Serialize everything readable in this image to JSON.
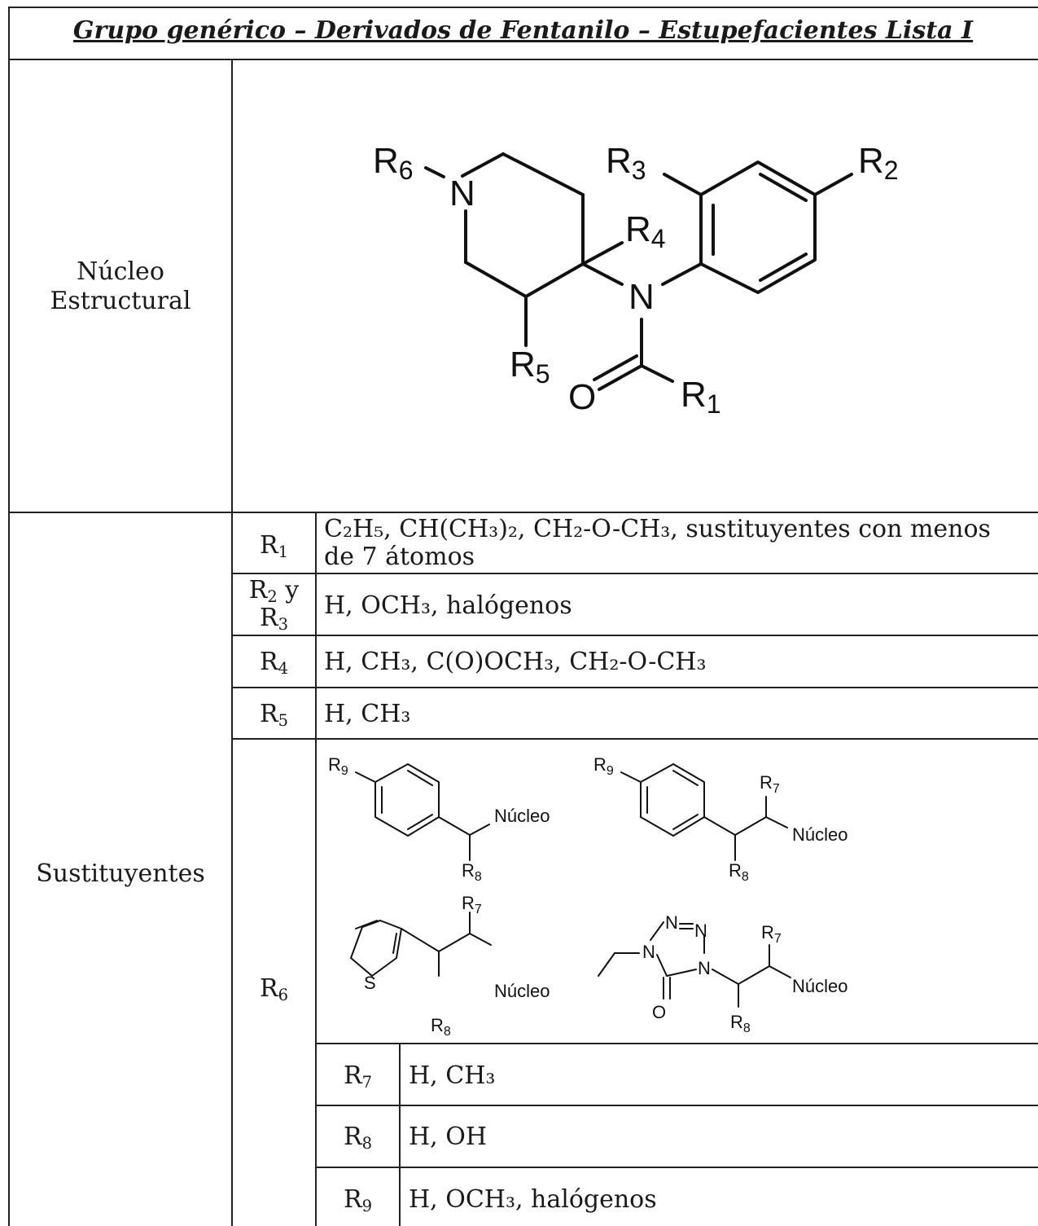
{
  "title": "Grupo genérico – Derivados de Fentanilo – Estupefacientes Lista I",
  "nucleo": {
    "label_line1": "Núcleo",
    "label_line2": "Estructural",
    "atoms": {
      "R1": "R",
      "R1_sub": "1",
      "R2": "R",
      "R2_sub": "2",
      "R3": "R",
      "R3_sub": "3",
      "R4": "R",
      "R4_sub": "4",
      "R5": "R",
      "R5_sub": "5",
      "R6": "R",
      "R6_sub": "6",
      "N_pip": "N",
      "N_amide": "N",
      "O": "O"
    }
  },
  "sustituyentes": {
    "label": "Sustituyentes",
    "rows": [
      {
        "key": "R",
        "sub": "1",
        "value_line1": "C₂H₅, CH(CH₃)₂, CH₂-O-CH₃, sustituyentes con menos",
        "value_line2": "de 7 átomos"
      },
      {
        "key": "R",
        "sub": "2",
        "key_suffix": " y",
        "key_line2": "R",
        "sub2": "3",
        "value": "H, OCH₃, halógenos"
      },
      {
        "key": "R",
        "sub": "4",
        "value": "H, CH₃, C(O)OCH₃, CH₂-O-CH₃"
      },
      {
        "key": "R",
        "sub": "5",
        "value": "H, CH₃"
      }
    ],
    "r6": {
      "key": "R",
      "sub": "6",
      "structures": {
        "nucleo": "Núcleo",
        "R9": "R",
        "R9_sub": "9",
        "R8": "R",
        "R8_sub": "8",
        "R7": "R",
        "R7_sub": "7",
        "S": "S",
        "N": "N",
        "O": "O"
      },
      "subrows": [
        {
          "key": "R",
          "sub": "7",
          "value": "H, CH₃"
        },
        {
          "key": "R",
          "sub": "8",
          "value": "H, OH"
        },
        {
          "key": "R",
          "sub": "9",
          "value": "H, OCH₃, halógenos"
        }
      ]
    }
  }
}
